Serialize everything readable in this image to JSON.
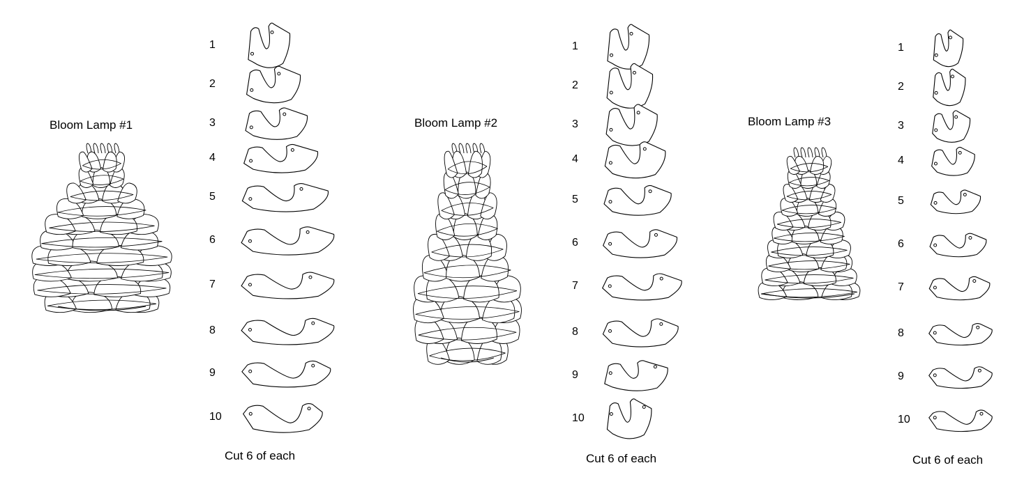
{
  "lamps": [
    {
      "title": "Bloom Lamp #1",
      "note": "Cut 6 of each",
      "piece_numbers": [
        "1",
        "2",
        "3",
        "4",
        "5",
        "6",
        "7",
        "8",
        "9",
        "10"
      ]
    },
    {
      "title": "Bloom Lamp #2",
      "note": "Cut 6 of each",
      "piece_numbers": [
        "1",
        "2",
        "3",
        "4",
        "5",
        "6",
        "7",
        "8",
        "9",
        "10"
      ]
    },
    {
      "title": "Bloom Lamp #3",
      "note": "Cut 6 of each",
      "piece_numbers": [
        "1",
        "2",
        "3",
        "4",
        "5",
        "6",
        "7",
        "8",
        "9",
        "10"
      ]
    }
  ],
  "colors": {
    "line": "#000000",
    "fill": "#ffffff",
    "background": "#ffffff"
  }
}
